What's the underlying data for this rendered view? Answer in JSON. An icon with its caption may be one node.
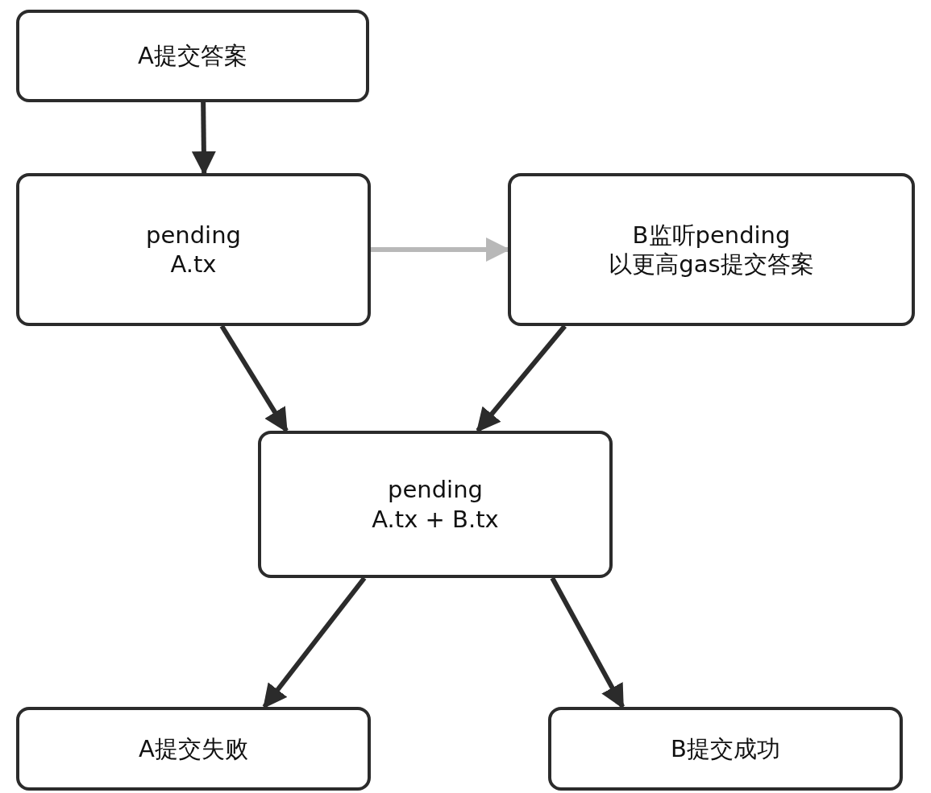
{
  "diagram": {
    "nodes": [
      {
        "text": [
          "A提交答案"
        ]
      },
      {
        "text": [
          "pending",
          "A.tx"
        ]
      },
      {
        "text": [
          "B监听pending",
          "以更高gas提交答案"
        ]
      },
      {
        "text": [
          "pending",
          "A.tx + B.tx"
        ]
      },
      {
        "text": [
          "A提交失败"
        ]
      },
      {
        "text": [
          "B提交成功"
        ]
      }
    ],
    "edges": [
      {
        "from": 0,
        "to": 1,
        "arrow": "to"
      },
      {
        "from": 1,
        "to": 2,
        "arrow": "to",
        "color": "#b8b8b8"
      },
      {
        "from": 1,
        "to": 3,
        "arrow": "to"
      },
      {
        "from": 2,
        "to": 3,
        "arrow": "to"
      },
      {
        "from": 3,
        "to": 4,
        "arrow": "to"
      },
      {
        "from": 3,
        "to": 5,
        "arrow": "to"
      }
    ]
  }
}
